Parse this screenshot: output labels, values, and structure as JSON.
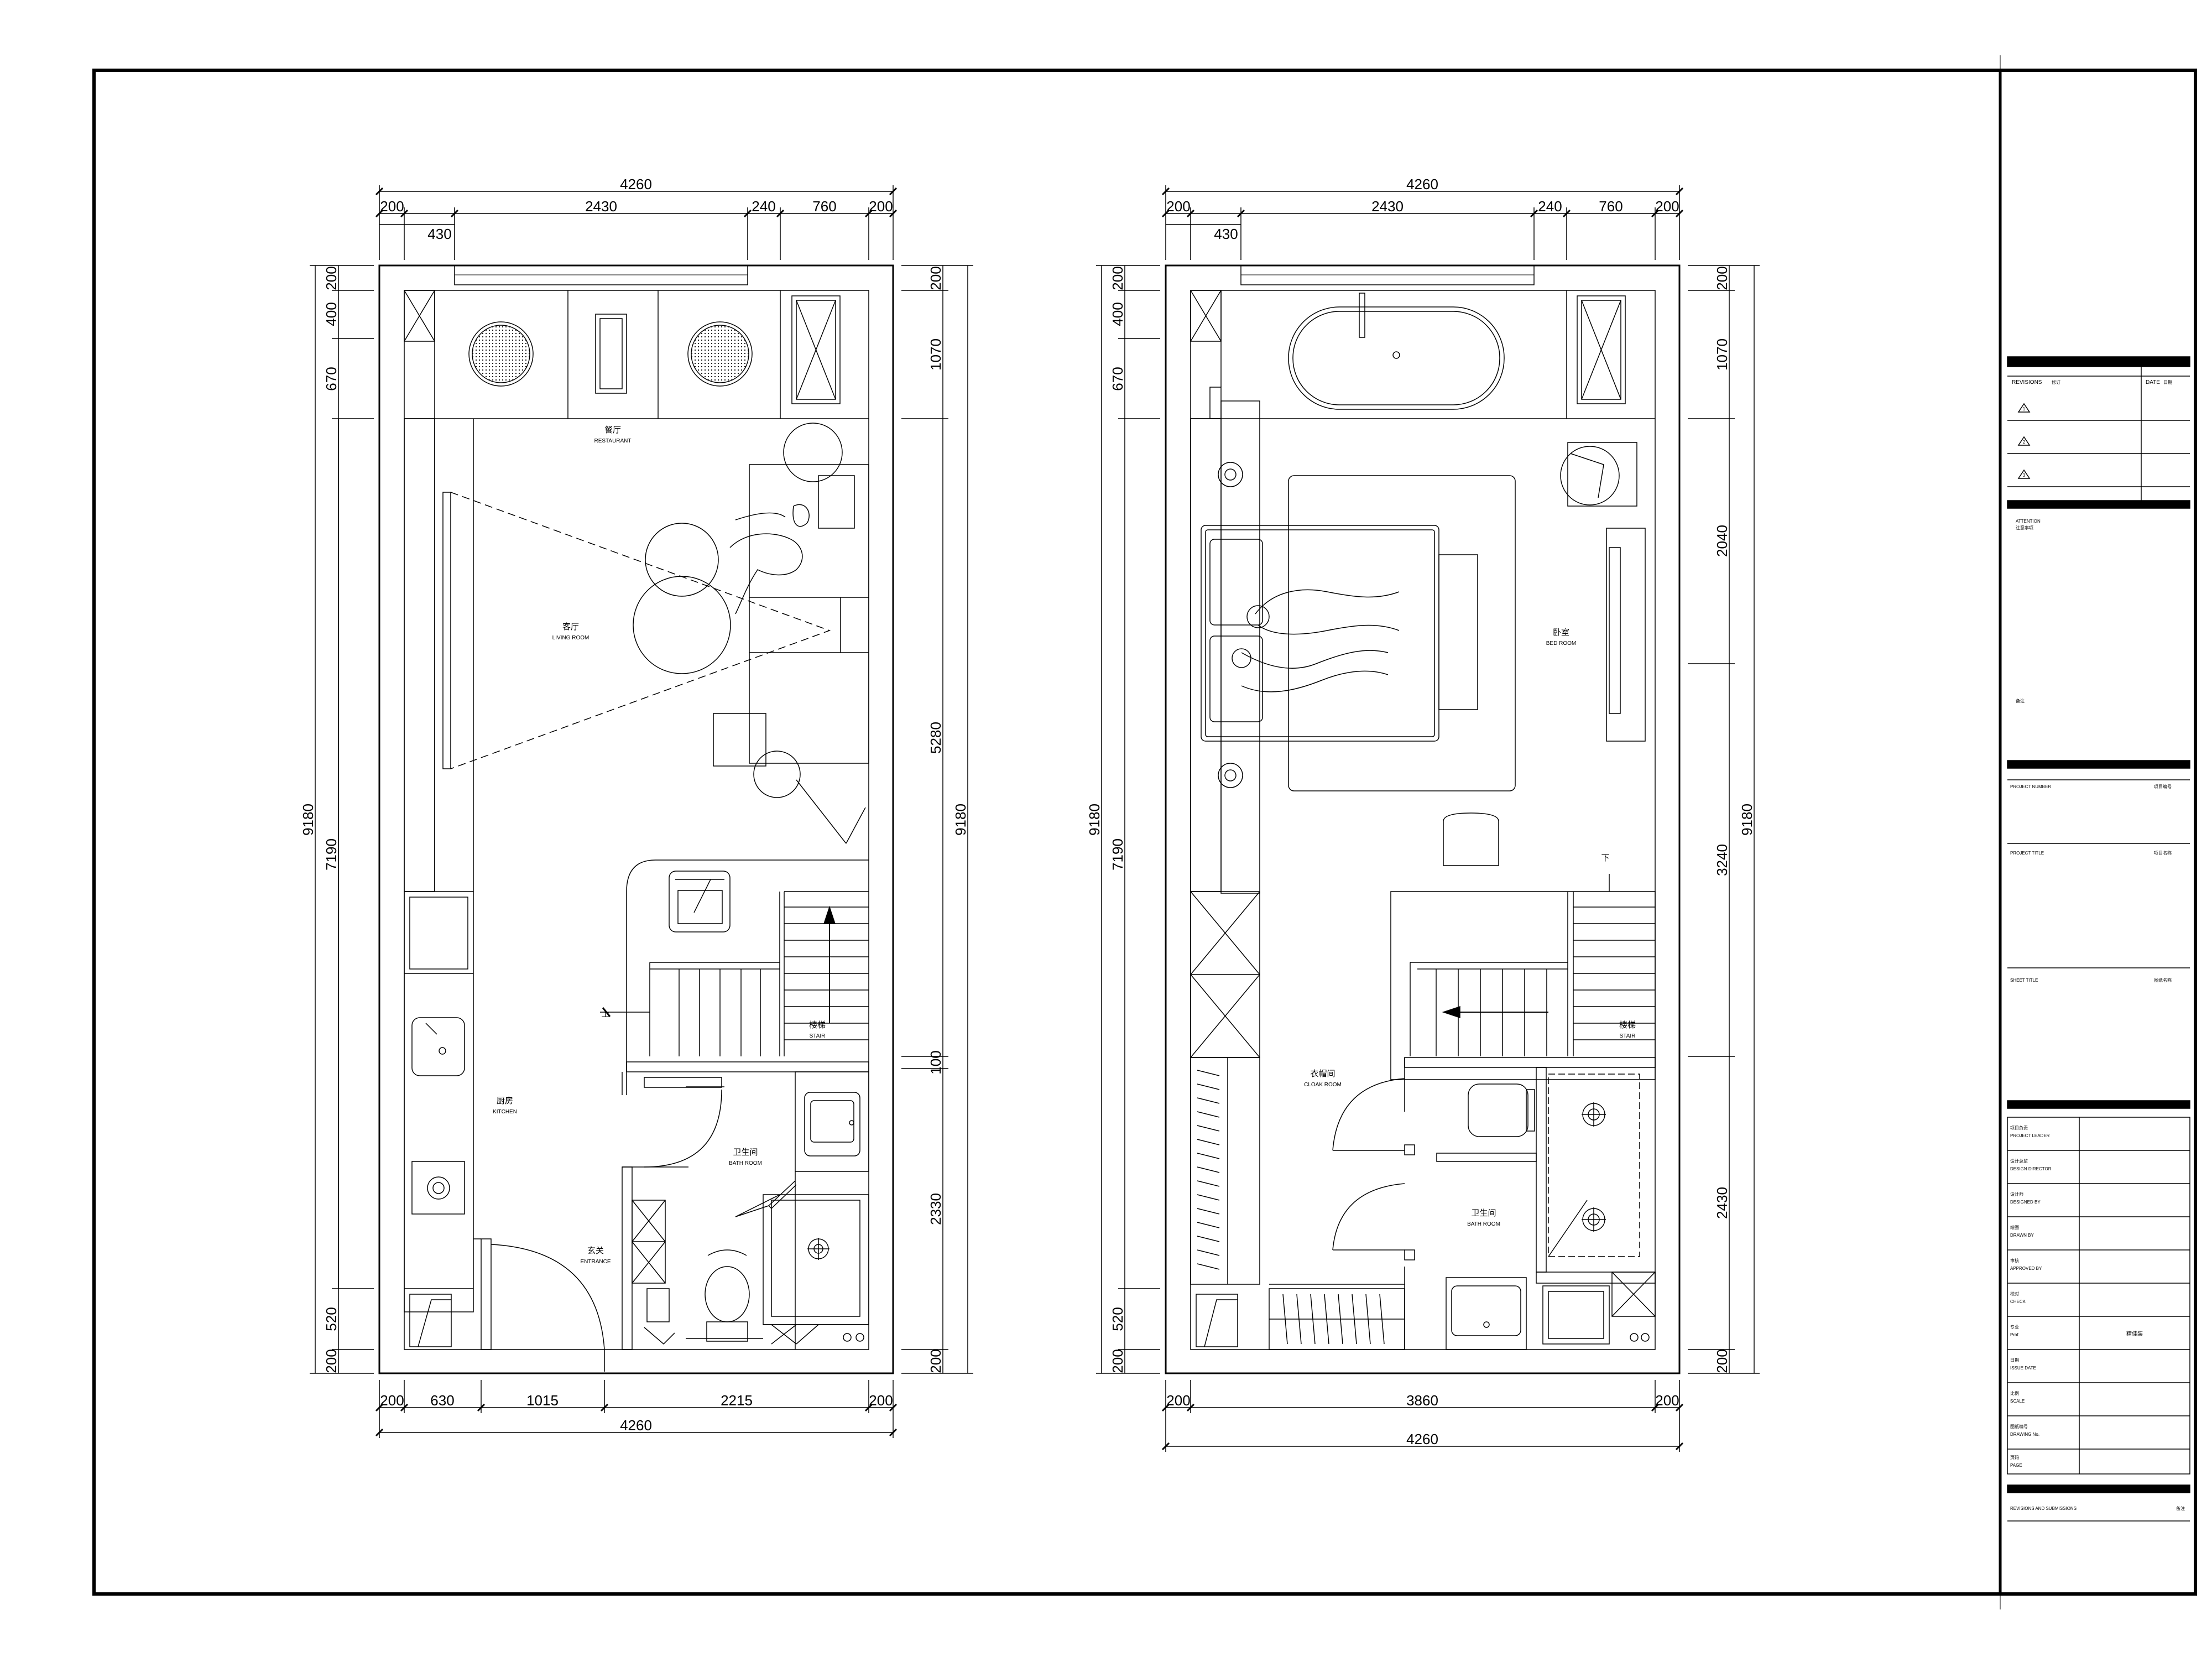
{
  "plan1": {
    "dim_top_total": "4260",
    "dim_top_row": [
      "200",
      "2430",
      "240",
      "760",
      "200"
    ],
    "dim_top_sub": "430",
    "dim_bottom_row": [
      "200",
      "630",
      "1015",
      "2215",
      "200"
    ],
    "dim_bottom_total": "4260",
    "dim_left_outer": "9180",
    "dim_left_inner": "7190",
    "dim_left_row": [
      "200",
      "400",
      "670",
      "520",
      "200"
    ],
    "dim_right_row": [
      "200",
      "1070",
      "5280",
      "100",
      "2330",
      "200"
    ],
    "dim_right_outer": "9180",
    "rooms": {
      "restaurant": {
        "cn": "餐厅",
        "en": "RESTAURANT"
      },
      "living": {
        "cn": "客厅",
        "en": "LIVING ROOM"
      },
      "stair": {
        "cn": "楼梯",
        "en": "STAIR"
      },
      "kitchen": {
        "cn": "厨房",
        "en": "KITCHEN"
      },
      "bath": {
        "cn": "卫生间",
        "en": "BATH ROOM"
      },
      "entrance": {
        "cn": "玄关",
        "en": "ENTRANCE"
      }
    },
    "stair_up": "上"
  },
  "plan2": {
    "dim_top_total": "4260",
    "dim_top_row": [
      "200",
      "2430",
      "240",
      "760",
      "200"
    ],
    "dim_top_sub": "430",
    "dim_bottom_row": [
      "200",
      "3860",
      "200"
    ],
    "dim_bottom_total": "4260",
    "dim_left_outer": "9180",
    "dim_left_inner": "7190",
    "dim_left_row": [
      "200",
      "400",
      "670",
      "520",
      "200"
    ],
    "dim_right_row": [
      "200",
      "1070",
      "2040",
      "3240",
      "2430",
      "200"
    ],
    "dim_right_outer": "9180",
    "rooms": {
      "bed": {
        "cn": "卧室",
        "en": "BED ROOM"
      },
      "stair": {
        "cn": "楼梯",
        "en": "STAIR"
      },
      "cloak": {
        "cn": "衣帽间",
        "en": "CLOAK ROOM"
      },
      "bath": {
        "cn": "卫生间",
        "en": "BATH ROOM"
      }
    },
    "stair_down": "下"
  },
  "titleblock": {
    "revisions": "REVISIONS",
    "revisions_cn": "修订",
    "date": "DATE",
    "date_cn": "日期",
    "rev_marks": [
      "1",
      "2",
      "3"
    ],
    "attention": "ATTENTION",
    "attention_cn": "注意事项",
    "note_cn": "备注",
    "project_number": "PROJECT NUMBER",
    "project_number_cn": "项目编号",
    "project_title": "PROJECT TITLE",
    "project_title_cn": "项目名称",
    "sheet_title": "SHEET TITLE",
    "sheet_title_cn": "图纸名称",
    "rows": [
      {
        "cn": "项目负责",
        "en": "PROJECT LEADER"
      },
      {
        "cn": "设计总监",
        "en": "DESIGN DIRECTOR"
      },
      {
        "cn": "设计师",
        "en": "DESIGNED BY"
      },
      {
        "cn": "绘图",
        "en": "DRAWN BY"
      },
      {
        "cn": "审核",
        "en": "APPROVED BY"
      },
      {
        "cn": "校对",
        "en": "CHECK"
      },
      {
        "cn": "专业",
        "en": "Prof."
      },
      {
        "cn": "日期",
        "en": "ISSUE DATE"
      },
      {
        "cn": "比例",
        "en": "SCALE"
      },
      {
        "cn": "图纸编号",
        "en": "DRAWING No."
      },
      {
        "cn": "页码",
        "en": "PAGE"
      }
    ],
    "prof_value": "精佳装",
    "submissions": "REVISIONS AND SUBMISSIONS",
    "submissions_cn": "备注"
  }
}
